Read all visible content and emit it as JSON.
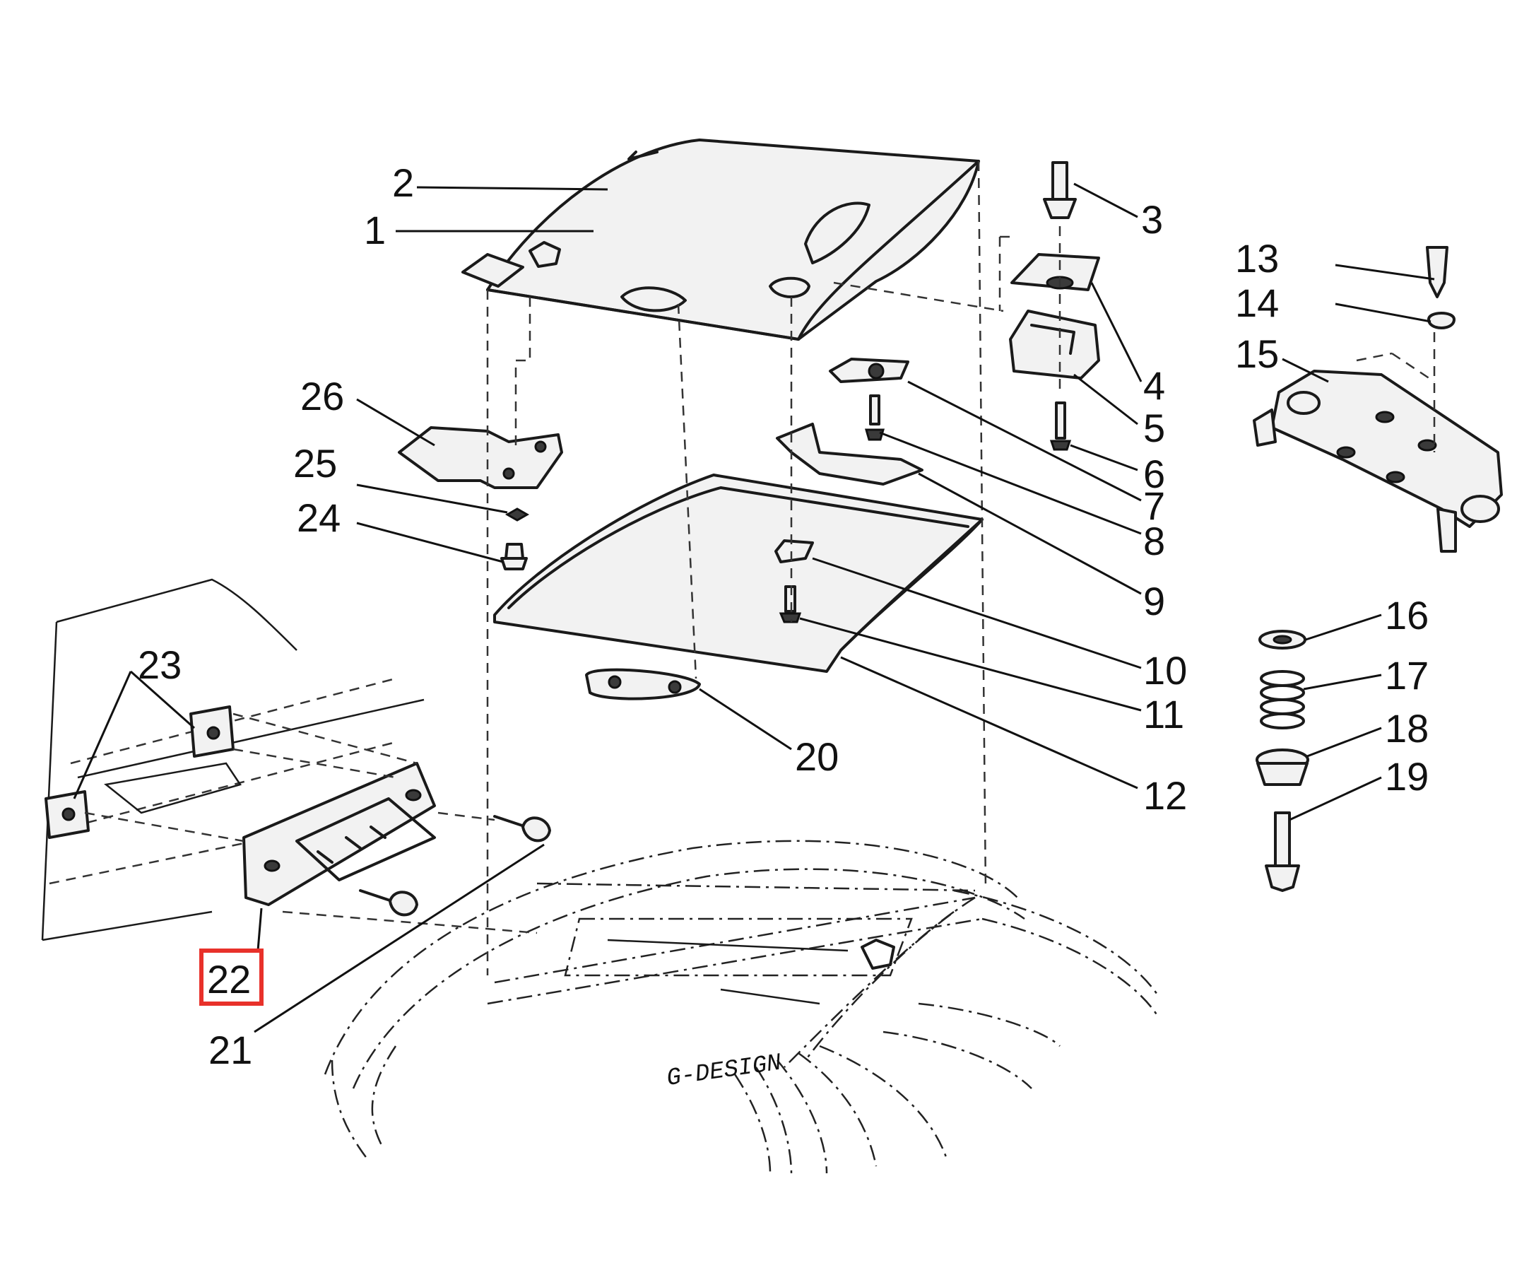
{
  "diagram": {
    "callouts": {
      "c1": "1",
      "c2": "2",
      "c3": "3",
      "c4": "4",
      "c5": "5",
      "c6": "6",
      "c7": "7",
      "c8": "8",
      "c9": "9",
      "c10": "10",
      "c11": "11",
      "c12": "12",
      "c13": "13",
      "c14": "14",
      "c15": "15",
      "c16": "16",
      "c17": "17",
      "c18": "18",
      "c19": "19",
      "c20": "20",
      "c21": "21",
      "c22": "22",
      "c23": "23",
      "c24": "24",
      "c25": "25",
      "c26": "26"
    },
    "highlighted_callout": "22",
    "stamp": "G-DESIGN",
    "colors": {
      "highlight": "#e8312a",
      "ink": "#111111"
    }
  }
}
